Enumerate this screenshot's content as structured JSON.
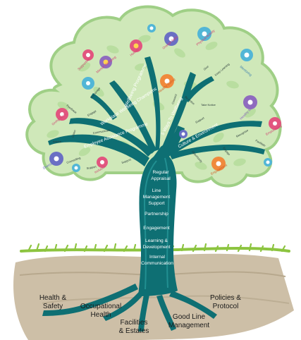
{
  "colors": {
    "trunk": "#0e6f73",
    "trunk_highlight": "#2fa5a6",
    "canopy": "#cfe8b9",
    "canopy_edge": "#9fcf86",
    "leaf": "#b9dea0",
    "ground": "#cdbfa7",
    "ground_dark": "#a99a80",
    "grass": "#8cc43f",
    "flower_pink": "#e2557f",
    "flower_blue": "#6a6fc4",
    "flower_purple": "#8f6bbf",
    "flower_orange": "#f08a3c",
    "flower_cyan": "#52b6d6"
  },
  "trunk_labels": [
    "Regular",
    "Appraisal",
    "Line",
    "Management",
    "Support",
    "Partnership",
    "Engagement",
    "Learning &",
    "Development",
    "Internal",
    "Communication"
  ],
  "branch_labels": [
    "Wellbeing Programme",
    "Workplace Wellbeing Champions",
    "Employee Assistance Programme",
    "5 Ways To Wellbeing",
    "Culture & Environment"
  ],
  "root_labels": [
    "Health &",
    "Safety",
    "Occupational",
    "Health",
    "Facilities",
    "& Estates",
    "Good Line",
    "Management",
    "Policies &",
    "Protocol"
  ],
  "leaf_labels": [
    "Encourage",
    "Feedback",
    "Engage",
    "Listen",
    "Communicate",
    "Advice",
    "Counselling",
    "Support",
    "Support",
    "Take Notice",
    "Keep Learning",
    "Give",
    "Be Active",
    "Connect",
    "Engage",
    "Opportunity",
    "Facilitate",
    "Support",
    "Recognise"
  ],
  "flower_labels": [
    "Holistic",
    "Mental Wellbeing",
    "Healthy Eating",
    "Physical Activity",
    "Mentoring",
    "Supportive",
    "Healthy Minds",
    "Orange Balls",
    "Engagement",
    "Empowering",
    "Giving Back",
    "Diversity",
    "Inclusion"
  ]
}
